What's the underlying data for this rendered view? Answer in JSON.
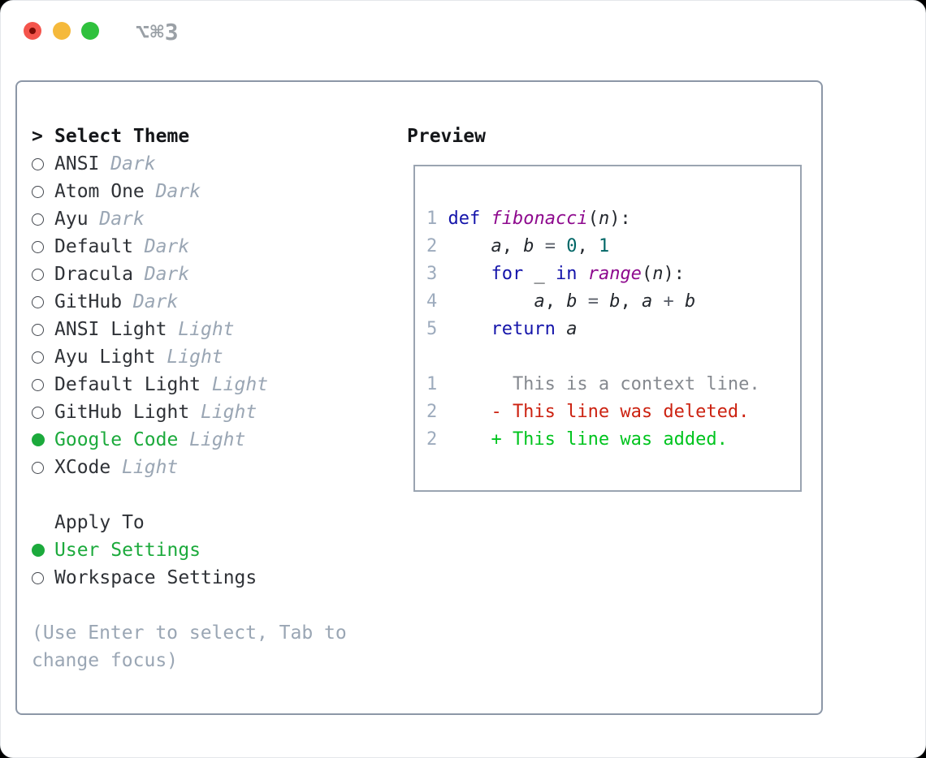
{
  "window": {
    "shortcut": "⌥⌘3"
  },
  "theme_panel": {
    "header": {
      "prefix": ">",
      "label": "Select Theme"
    },
    "themes": [
      {
        "name": "ANSI",
        "variant": "Dark",
        "selected": false
      },
      {
        "name": "Atom One",
        "variant": "Dark",
        "selected": false
      },
      {
        "name": "Ayu",
        "variant": "Dark",
        "selected": false
      },
      {
        "name": "Default",
        "variant": "Dark",
        "selected": false
      },
      {
        "name": "Dracula",
        "variant": "Dark",
        "selected": false
      },
      {
        "name": "GitHub",
        "variant": "Dark",
        "selected": false
      },
      {
        "name": "ANSI Light",
        "variant": "Light",
        "selected": false
      },
      {
        "name": "Ayu Light",
        "variant": "Light",
        "selected": false
      },
      {
        "name": "Default Light",
        "variant": "Light",
        "selected": false
      },
      {
        "name": "GitHub Light",
        "variant": "Light",
        "selected": false
      },
      {
        "name": "Google Code",
        "variant": "Light",
        "selected": true
      },
      {
        "name": "XCode",
        "variant": "Light",
        "selected": false
      }
    ],
    "apply_to": {
      "label": "Apply To",
      "options": [
        {
          "name": "User Settings",
          "selected": true
        },
        {
          "name": "Workspace Settings",
          "selected": false
        }
      ]
    },
    "hint": "(Use Enter to select, Tab to change focus)"
  },
  "preview": {
    "label": "Preview",
    "code_lines": [
      {
        "num": "1",
        "tokens": [
          [
            "kw",
            "def"
          ],
          [
            "pl",
            " "
          ],
          [
            "fn",
            "fibonacci"
          ],
          [
            "pl",
            "("
          ],
          [
            "id",
            "n"
          ],
          [
            "pl",
            "):"
          ]
        ]
      },
      {
        "num": "2",
        "tokens": [
          [
            "pl",
            "    "
          ],
          [
            "id",
            "a"
          ],
          [
            "pl",
            ", "
          ],
          [
            "id",
            "b"
          ],
          [
            "pl",
            " "
          ],
          [
            "op",
            "="
          ],
          [
            "pl",
            " "
          ],
          [
            "lit",
            "0"
          ],
          [
            "pl",
            ", "
          ],
          [
            "lit",
            "1"
          ]
        ]
      },
      {
        "num": "3",
        "tokens": [
          [
            "pl",
            "    "
          ],
          [
            "kw",
            "for"
          ],
          [
            "pl",
            " "
          ],
          [
            "id",
            "_"
          ],
          [
            "pl",
            " "
          ],
          [
            "kw",
            "in"
          ],
          [
            "pl",
            " "
          ],
          [
            "fn",
            "range"
          ],
          [
            "pl",
            "("
          ],
          [
            "id",
            "n"
          ],
          [
            "pl",
            "):"
          ]
        ]
      },
      {
        "num": "4",
        "tokens": [
          [
            "pl",
            "        "
          ],
          [
            "id",
            "a"
          ],
          [
            "pl",
            ", "
          ],
          [
            "id",
            "b"
          ],
          [
            "pl",
            " "
          ],
          [
            "op",
            "="
          ],
          [
            "pl",
            " "
          ],
          [
            "id",
            "b"
          ],
          [
            "pl",
            ", "
          ],
          [
            "id",
            "a"
          ],
          [
            "pl",
            " "
          ],
          [
            "op",
            "+"
          ],
          [
            "pl",
            " "
          ],
          [
            "id",
            "b"
          ]
        ]
      },
      {
        "num": "5",
        "tokens": [
          [
            "pl",
            "    "
          ],
          [
            "kw",
            "return"
          ],
          [
            "pl",
            " "
          ],
          [
            "id",
            "a"
          ]
        ]
      }
    ],
    "diff_lines": [
      {
        "num": "1",
        "kind": "ctx",
        "text": "      This is a context line."
      },
      {
        "num": "2",
        "kind": "del",
        "text": "    - This line was deleted."
      },
      {
        "num": "2",
        "kind": "add",
        "text": "    + This line was added."
      }
    ]
  },
  "colors": {
    "window_bg": "#ffffff",
    "accent_green": "#1caa3c",
    "panel_border": "#8c97a7",
    "preview_border": "#9aa4b1",
    "text_primary": "#2f3237",
    "text_heading": "#141619",
    "text_muted": "#9aa6b4",
    "line_number": "#9dabbd",
    "code_keyword": "#1414aa",
    "code_name": "#8e0a8e",
    "code_literal": "#006666",
    "code_plain": "#24282e",
    "code_operator": "#5c616b",
    "diff_context": "#85898f",
    "diff_deleted": "#cc2211",
    "diff_added": "#00c41e",
    "traffic_red": "#f4544c",
    "traffic_red_dot": "#7c0b05",
    "traffic_yellow": "#f5b93b",
    "traffic_green": "#2fc13d",
    "shortcut_text": "#9aa0a6"
  }
}
